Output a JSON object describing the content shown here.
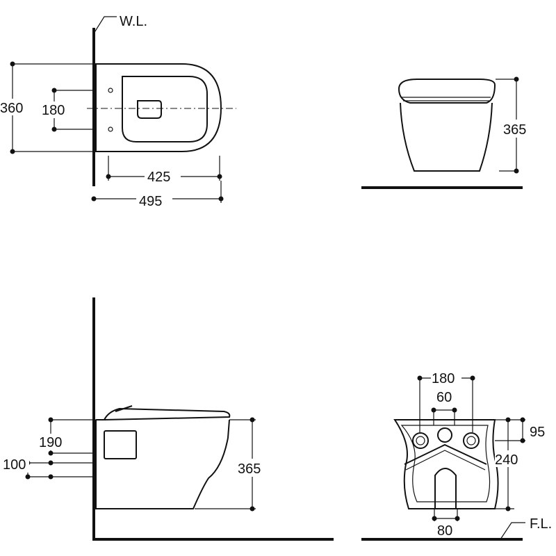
{
  "labels": {
    "wall_line": "W.L.",
    "floor_line": "F.L."
  },
  "top_view": {
    "dim_overall_width": "360",
    "dim_fixing_spacing": "180",
    "dim_projection_bowl": "425",
    "dim_projection_total": "495"
  },
  "front_view": {
    "dim_height": "365"
  },
  "side_view": {
    "dim_height": "365",
    "dim_fixing_height": "190",
    "dim_outlet_height": "100"
  },
  "rear_view": {
    "dim_bolt_spacing": "180",
    "dim_inlet_width": "60",
    "dim_inlet_height": "95",
    "dim_bolt_height": "240",
    "dim_outlet_width": "80"
  },
  "colors": {
    "line": "#111111",
    "background": "#ffffff"
  }
}
